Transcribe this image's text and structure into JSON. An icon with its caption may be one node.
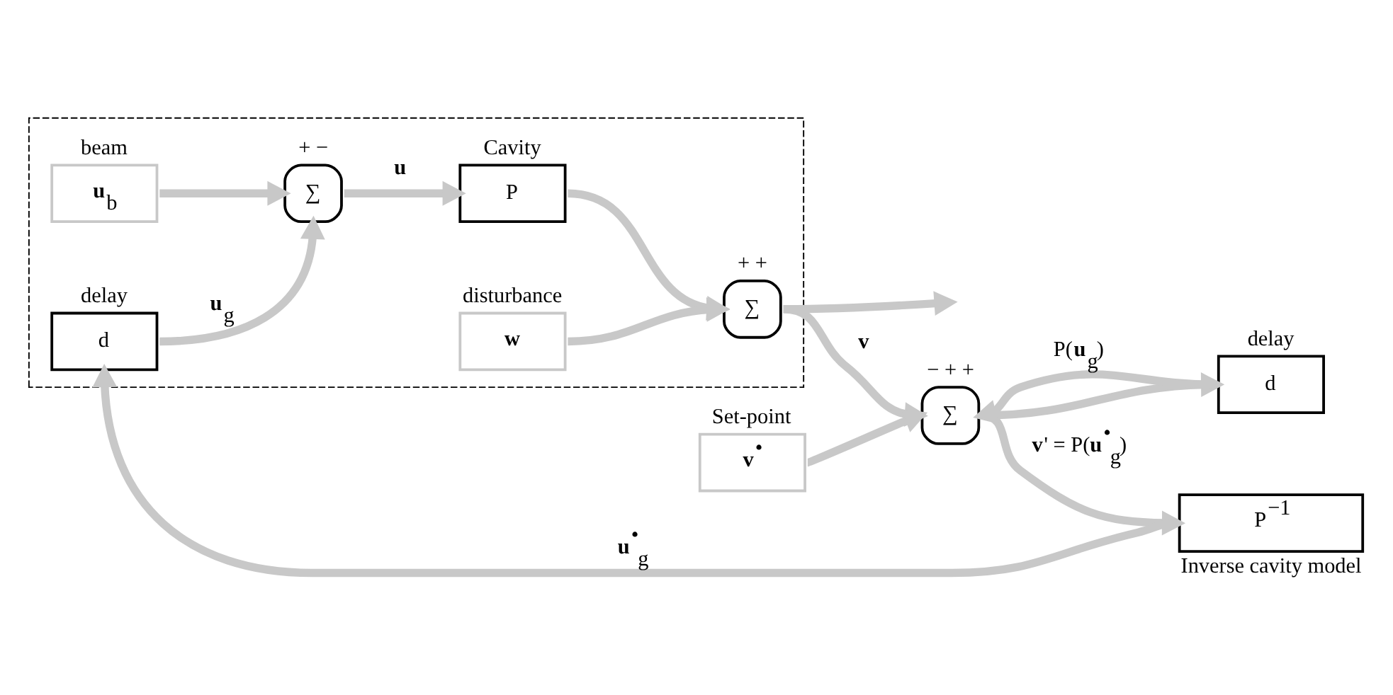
{
  "diagram": {
    "nodes": [
      {
        "text": [],
        "shape": "box"
      },
      {
        "text": [
          "d"
        ],
        "beside": [
          "delay"
        ],
        "in": 0
      },
      {
        "text": [
          "**u**$_{b}$"
        ],
        "beside": [
          "beam"
        ],
        "in": 0
      },
      {
        "text": [
          "∑"
        ],
        "beside": [
          "+",
          "−"
        ],
        "in": 0
      },
      {
        "text": [
          "P"
        ],
        "beside": [
          "Cavity"
        ],
        "in": 0
      },
      {
        "text": [
          "**w**"
        ],
        "beside": [
          "disturbance"
        ],
        "in": 0
      },
      {
        "text": [
          "∑"
        ],
        "beside": [
          "+",
          "+"
        ],
        "in": 0
      },
      {
        "text": [
          "∑"
        ],
        "beside": [
          "−",
          "+",
          "+"
        ]
      },
      {
        "text": [
          "**v**$^{•}$"
        ],
        "beside": [
          "Set-point"
        ]
      },
      {
        "text": [
          "P$^{−1}$"
        ],
        "beside": [
          "Inverse cavity model"
        ]
      },
      {
        "text": [
          "d"
        ],
        "beside": [
          "delay"
        ]
      }
    ],
    "edges": [
      {
        "from": 9,
        "to": 1,
        "arrow": "to",
        "label": "**u**$^{•}$$_{g}$"
      },
      {
        "from": 1,
        "to": 3,
        "arrow": "to",
        "label": "**u**$_{g}$"
      },
      {
        "from": 2,
        "to": 3,
        "arrow": "to"
      },
      {
        "from": 3,
        "to": 4,
        "arrow": "to",
        "label": "**u**"
      },
      {
        "from": 4,
        "to": 6,
        "arrow": "to"
      },
      {
        "from": 5,
        "to": 6,
        "arrow": "to"
      },
      {
        "from": 6,
        "to": null,
        "arrow": "to"
      },
      {
        "from": 6,
        "to": 7,
        "arrow": "to",
        "label": "**v**"
      },
      {
        "from": 8,
        "to": 7,
        "arrow": "to"
      },
      {
        "from": 7,
        "to": 9,
        "arrow": "to",
        "label": "**v**' = P(**u**$^{•}$$_{g}$)"
      },
      {
        "from": 7,
        "to": 10,
        "arrow": "to"
      },
      {
        "from": 10,
        "to": 7,
        "arrow": "to",
        "label": "P(**u**$_{g}$)"
      }
    ]
  }
}
